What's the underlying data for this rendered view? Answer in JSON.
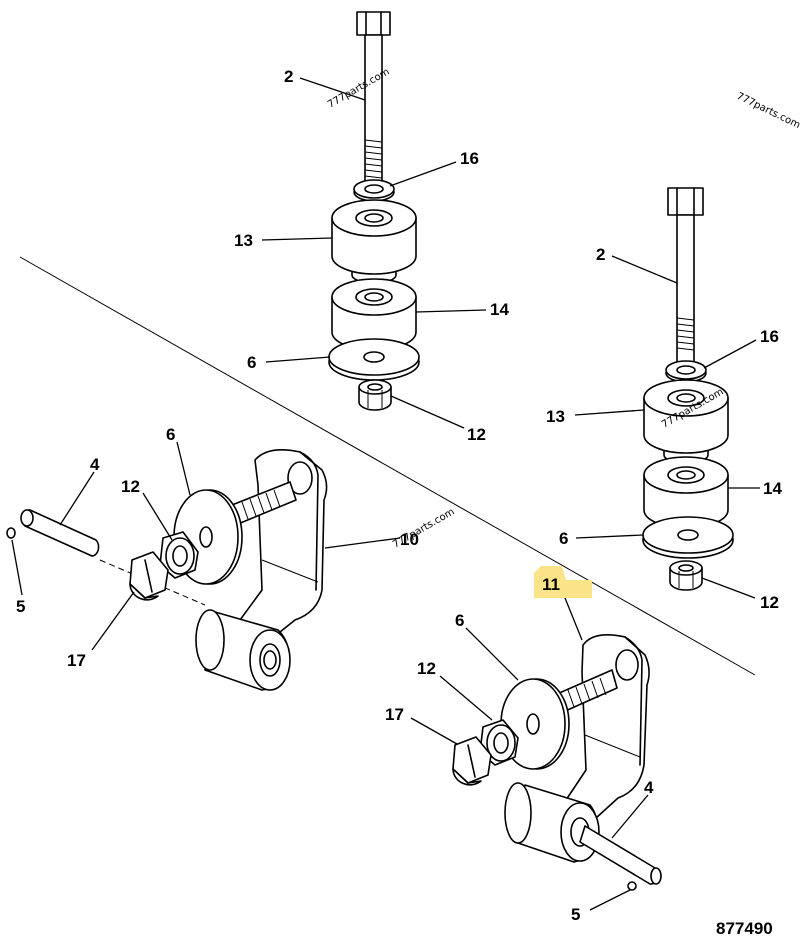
{
  "drawing_number": "877490",
  "watermark": "777parts.com",
  "labels": {
    "top_2": "2",
    "top_16": "16",
    "top_13": "13",
    "top_14": "14",
    "top_6": "6",
    "top_12": "12",
    "right_2": "2",
    "right_16": "16",
    "right_13": "13",
    "right_14": "14",
    "right_6": "6",
    "right_12": "12",
    "left_4": "4",
    "left_6": "6",
    "left_12": "12",
    "left_10": "10",
    "left_5": "5",
    "left_17": "17",
    "br_11": "11",
    "br_6": "6",
    "br_12": "12",
    "br_17": "17",
    "br_4": "4",
    "br_5": "5"
  },
  "colors": {
    "highlight": "#fbe38a",
    "ink": "#000000",
    "background": "#ffffff"
  }
}
